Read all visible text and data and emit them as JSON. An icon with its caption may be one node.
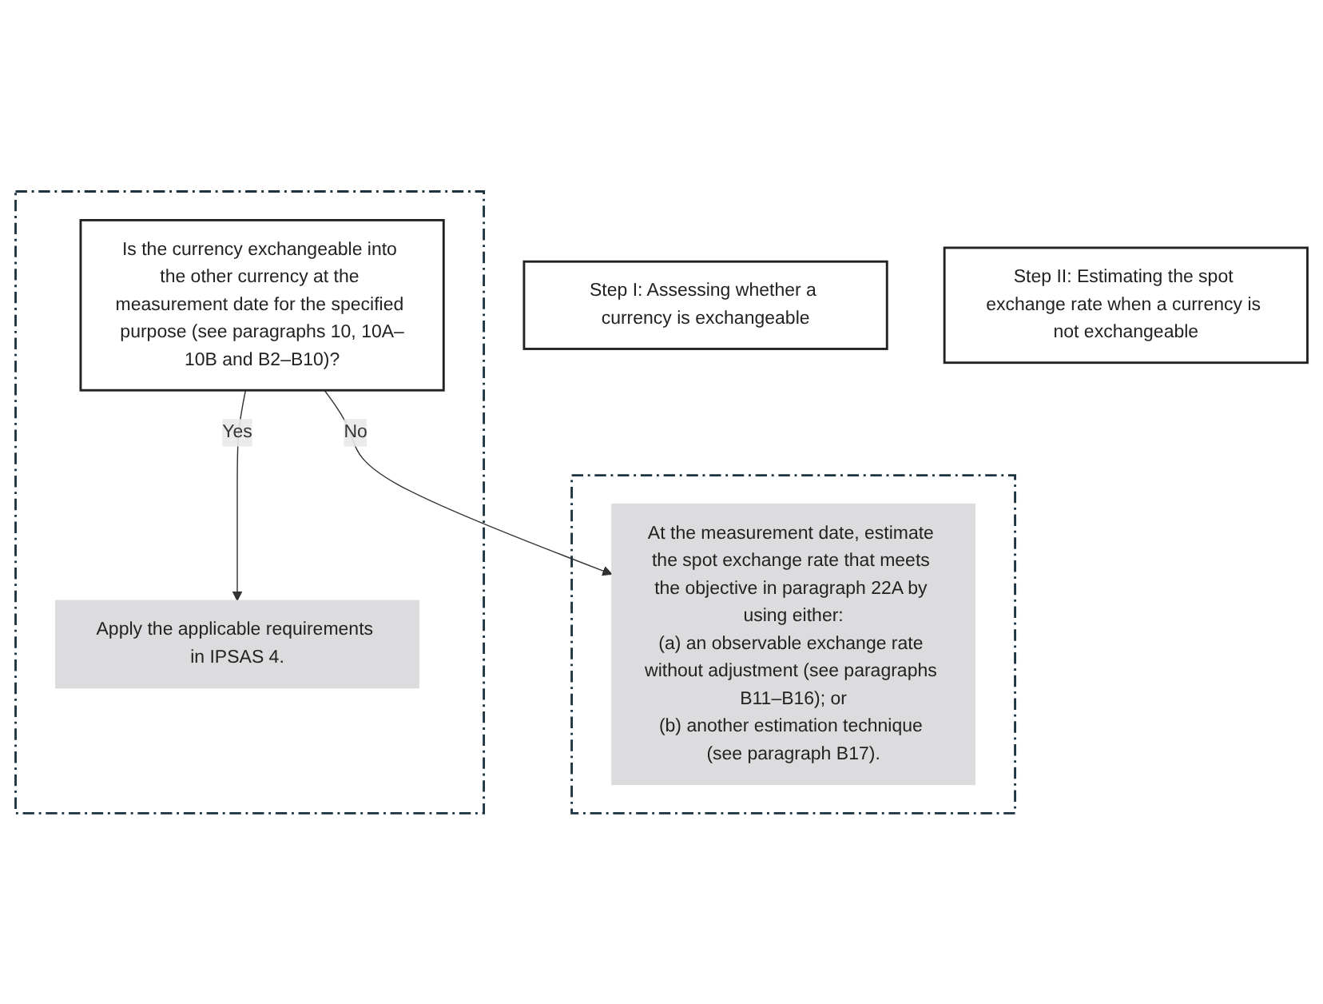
{
  "diagram": {
    "nodes": [
      {
        "text": [],
        "shape": "box"
      },
      {
        "text": [
          "Is the currency exchangeable into the other currency at the measurement date for the specified purpose (see paragraphs 10, 10A–10B and B2–B10)?"
        ],
        "in": 0
      },
      {
        "text": [
          "Apply the applicable requirements in IPSAS 4."
        ],
        "in": 0
      },
      {
        "text": [
          "Step I: Assessing whether a currency is exchangeable"
        ]
      },
      {
        "text": [],
        "shape": "box"
      },
      {
        "text": [
          "At the measurement date, estimate the spot exchange rate that meets the objective in paragraph 22A by using either:",
          "(a) an observable exchange rate without adjustment (see paragraphs B11–B16); or",
          "(b) another estimation technique (see paragraph B17)."
        ],
        "in": 4
      },
      {
        "text": [
          "Step II: Estimating the spot exchange rate when a currency is not exchangeable"
        ]
      }
    ],
    "edges": [
      {
        "from": 1,
        "to": 2,
        "arrow": "to",
        "label": "Yes"
      },
      {
        "from": 1,
        "to": 5,
        "arrow": "to",
        "label": "No"
      }
    ]
  }
}
